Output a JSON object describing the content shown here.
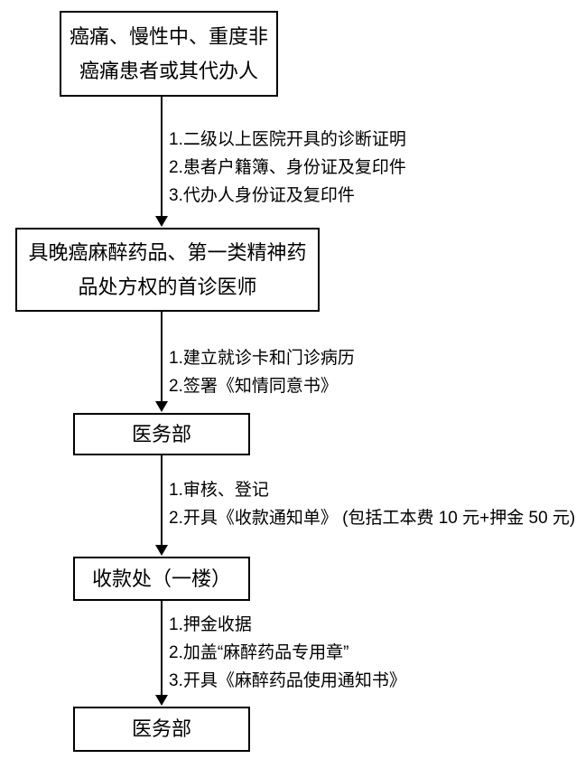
{
  "flowchart": {
    "colors": {
      "background": "#ffffff",
      "line": "#000000",
      "text": "#000000"
    },
    "nodes": [
      {
        "id": "patient-group",
        "lines": [
          "癌痛、慢性中、重度非",
          "癌痛患者或其代办人"
        ]
      },
      {
        "id": "first-visit-physician",
        "lines": [
          "具晚癌麻醉药品、第一类精神药",
          "品处方权的首诊医师"
        ]
      },
      {
        "id": "medical-affairs-dept-1",
        "lines": [
          "医务部"
        ]
      },
      {
        "id": "cashier-first-floor",
        "lines": [
          "收款处（一楼）"
        ]
      },
      {
        "id": "medical-affairs-dept-2",
        "lines": [
          "医务部"
        ]
      }
    ],
    "edges": [
      {
        "notes": [
          "1.二级以上医院开具的诊断证明",
          "2.患者户籍簿、身份证及复印件",
          "3.代办人身份证及复印件"
        ]
      },
      {
        "notes": [
          "1.建立就诊卡和门诊病历",
          "2.签署《知情同意书》"
        ]
      },
      {
        "notes": [
          "1.审核、登记",
          "2.开具《收款通知单》 (包括工本费 10 元+押金 50 元)"
        ]
      },
      {
        "notes": [
          "1.押金收据",
          "2.加盖“麻醉药品专用章”",
          "3.开具《麻醉药品使用通知书》"
        ]
      }
    ]
  }
}
